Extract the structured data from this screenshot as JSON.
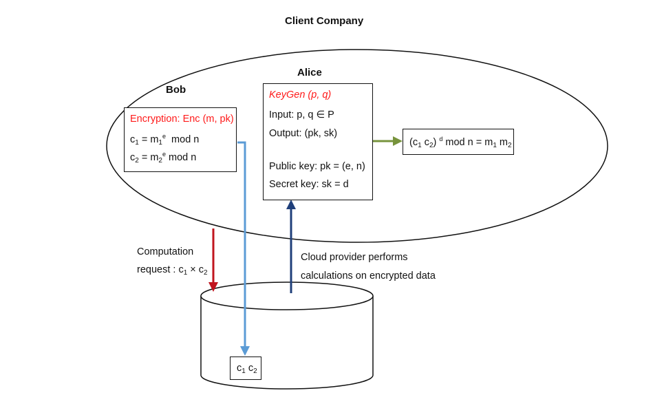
{
  "title": "Client Company",
  "labels": {
    "bob": "Bob",
    "alice": "Alice"
  },
  "bob_box": {
    "title": "Encryption: Enc (m, pk)",
    "line1": {
      "c": "c",
      "c_sub": "1",
      "eq": " = m",
      "m_sub": "1",
      "m_sup": "e",
      "rest": "  mod n"
    },
    "line2": {
      "c": "c",
      "c_sub": "2",
      "eq": " = m",
      "m_sub": "2",
      "m_sup": "e",
      "rest": " mod n"
    }
  },
  "alice_box": {
    "title": "KeyGen (p, q)",
    "input": "Input: p, q ∈ P",
    "output": "Output: (pk, sk)",
    "public_key": "Public key: pk = (e, n)",
    "secret_key": "Secret key: sk = d"
  },
  "result_box": {
    "open": "(c",
    "s1": "1",
    "mid": " c",
    "s2": "2",
    "close": ") ",
    "sup": "d",
    "rest": " mod n = m",
    "s3": "1",
    "m2": " m",
    "s4": "2"
  },
  "computation": {
    "line1": "Computation",
    "line2_prefix": "request : c",
    "s1": "1",
    "times": " × c",
    "s2": "2"
  },
  "cloud_text": {
    "line1": "Cloud provider performs",
    "line2": "calculations on encrypted data"
  },
  "db_box": {
    "c": "c",
    "s1": "1",
    "mid": " c",
    "s2": "2"
  },
  "colors": {
    "red_arrow": "#c0141e",
    "light_blue_arrow": "#5b9bd5",
    "dark_blue_arrow": "#1f3f7a",
    "green_arrow": "#77933c",
    "red_text": "#ff1a1a"
  }
}
